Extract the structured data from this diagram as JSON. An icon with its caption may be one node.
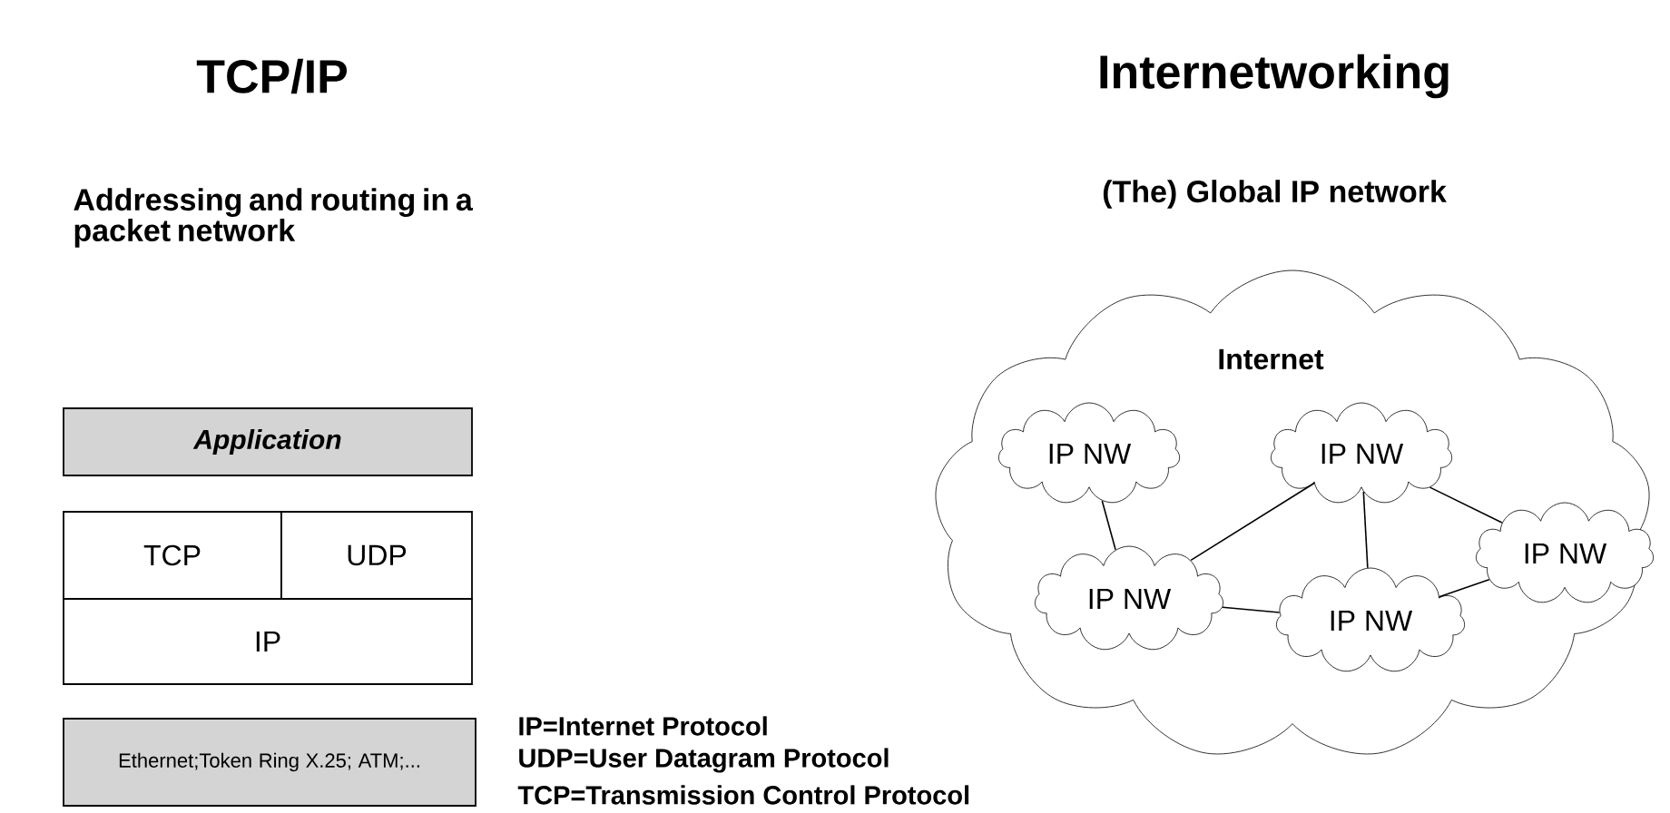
{
  "diagram": {
    "nodes": [
      {
        "text": [
          "Application"
        ]
      },
      {
        "text": [
          "TCP"
        ]
      },
      {
        "text": [
          "UDP"
        ]
      },
      {
        "text": [
          "IP"
        ]
      },
      {
        "text": [
          "Ethernet;Token Ring X.25; ATM;..."
        ]
      },
      {
        "text": [
          "Internet"
        ]
      },
      {
        "text": [
          "IP NW"
        ],
        "in": 5
      },
      {
        "text": [
          "IP NW"
        ],
        "in": 5
      },
      {
        "text": [
          "IP NW"
        ],
        "in": 5
      },
      {
        "text": [
          "IP NW"
        ],
        "in": 5
      },
      {
        "text": [
          "IP NW"
        ],
        "in": 5
      }
    ],
    "edges": [
      {
        "from": 6,
        "to": 9,
        "arrow": "none"
      },
      {
        "from": 9,
        "to": 7,
        "arrow": "none"
      },
      {
        "from": 7,
        "to": 10,
        "arrow": "none"
      },
      {
        "from": 7,
        "to": 8,
        "arrow": "none"
      },
      {
        "from": 9,
        "to": 10,
        "arrow": "none"
      },
      {
        "from": 10,
        "to": 8,
        "arrow": "none"
      }
    ],
    "labels": [
      "TCP/IP",
      "Internetworking",
      "Addressing and routing in a packet network",
      "(The) Global IP network",
      "IP=Internet Protocol",
      "UDP=User Datagram Protocol",
      "TCP=Transmission Control Protocol"
    ]
  }
}
